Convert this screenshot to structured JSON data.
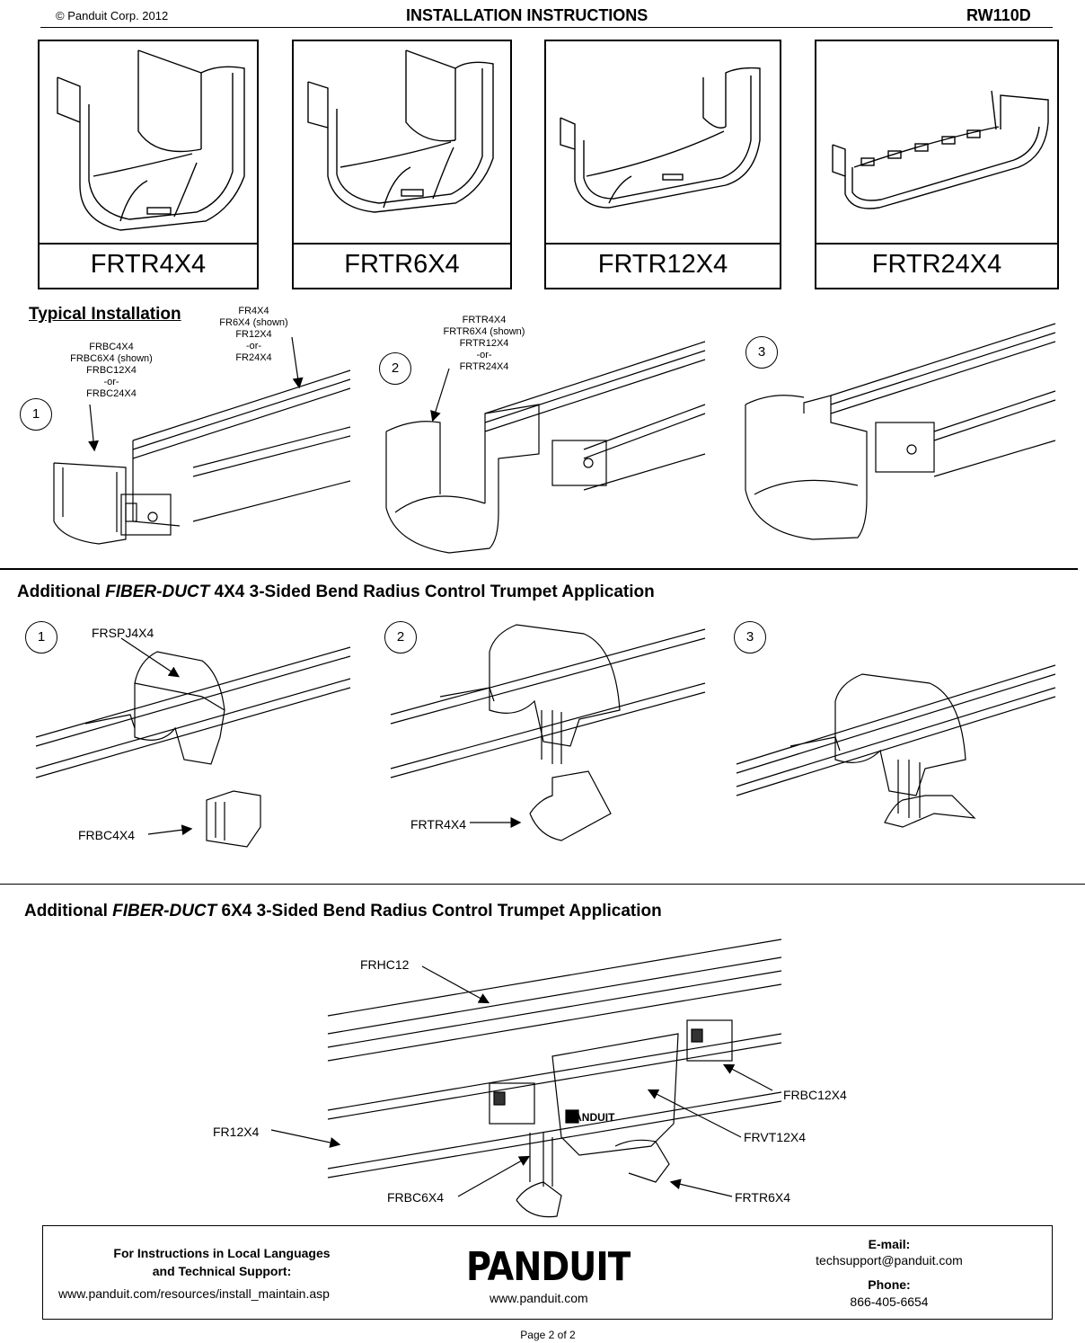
{
  "header": {
    "copyright": "© Panduit Corp. 2012",
    "title": "INSTALLATION INSTRUCTIONS",
    "code": "RW110D"
  },
  "products": [
    {
      "label": "FRTR4X4"
    },
    {
      "label": "FRTR6X4"
    },
    {
      "label": "FRTR12X4"
    },
    {
      "label": "FRTR24X4"
    }
  ],
  "typical": {
    "title": "Typical Installation",
    "step1": "1",
    "step2": "2",
    "step3": "3",
    "callout_fr": [
      "FR4X4",
      "FR6X4 (shown)",
      "FR12X4",
      "-or-",
      "FR24X4"
    ],
    "callout_frbc": [
      "FRBC4X4",
      "FRBC6X4 (shown)",
      "FRBC12X4",
      "-or-",
      "FRBC24X4"
    ],
    "callout_frtr": [
      "FRTR4X4",
      "FRTR6X4 (shown)",
      "FRTR12X4",
      "-or-",
      "FRTR24X4"
    ]
  },
  "section4x4": {
    "title_pre": "Additional ",
    "title_em": "FIBER-DUCT",
    "title_post": " 4X4 3-Sided Bend Radius Control Trumpet Application",
    "step1": "1",
    "step2": "2",
    "step3": "3",
    "frspj": "FRSPJ4X4",
    "frbc": "FRBC4X4",
    "frtr": "FRTR4X4"
  },
  "section6x4": {
    "title_pre": "Additional ",
    "title_em": "FIBER-DUCT",
    "title_post": " 6X4 3-Sided Bend Radius Control Trumpet Application",
    "frhc": "FRHC12",
    "frbc12": "FRBC12X4",
    "fr12": "FR12X4",
    "frvt": "FRVT12X4",
    "frbc6": "FRBC6X4",
    "frtr6": "FRTR6X4",
    "brand_on_part": "PANDUIT"
  },
  "footer": {
    "lang_line1": "For Instructions in Local Languages",
    "lang_line2": "and Technical Support:",
    "install_url": "www.panduit.com/resources/install_maintain.asp",
    "logo": "PANDUIT",
    "site": "www.panduit.com",
    "email_label": "E-mail:",
    "email": "techsupport@panduit.com",
    "phone_label": "Phone:",
    "phone": "866-405-6654",
    "page": "Page 2 of 2"
  }
}
